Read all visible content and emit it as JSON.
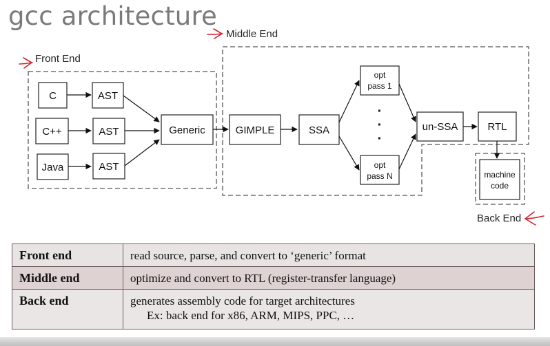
{
  "slide": {
    "title": "gcc architecture"
  },
  "regions": {
    "front": "Front End",
    "middle": "Middle End",
    "back": "Back End"
  },
  "nodes": {
    "c": "C",
    "cpp": "C++",
    "java": "Java",
    "ast": "AST",
    "generic": "Generic",
    "gimple": "GIMPLE",
    "ssa": "SSA",
    "opt_pass_1": {
      "line1": "opt",
      "line2": "pass 1"
    },
    "opt_pass_n": {
      "line1": "opt",
      "line2": "pass N"
    },
    "ellipsis": "·",
    "unssa": "un-SSA",
    "rtl": "RTL",
    "machine_code": {
      "line1": "machine",
      "line2": "code"
    }
  },
  "colors": {
    "annotation": "#d4202a",
    "table_border": "#6c5a5e"
  },
  "table": [
    {
      "term": "Front end",
      "desc": "read source, parse, and convert to ‘generic’ format"
    },
    {
      "term": "Middle end",
      "desc": "optimize and convert to RTL (register-transfer language)"
    },
    {
      "term": "Back end",
      "desc": "generates assembly code for target architectures",
      "example": "Ex: back end for x86, ARM, MIPS, PPC, …"
    }
  ]
}
